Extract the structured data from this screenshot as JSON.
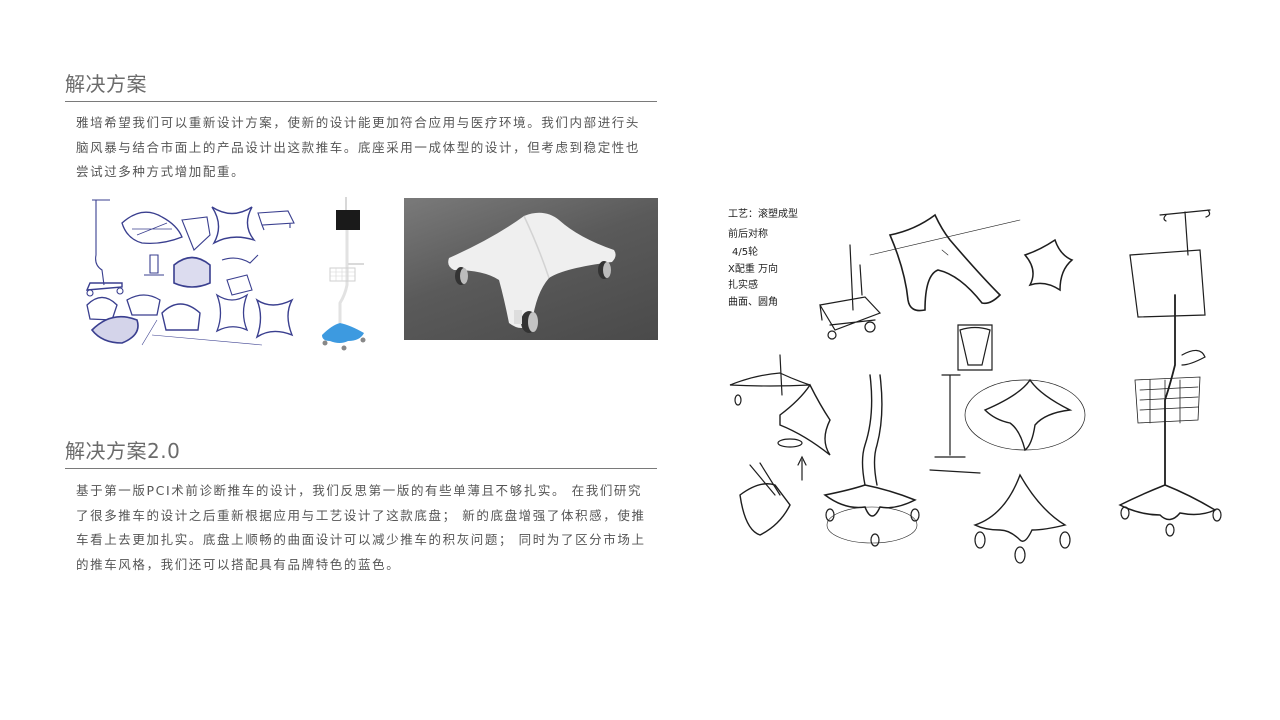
{
  "section1": {
    "title": "解决方案",
    "paragraph": "雅培希望我们可以重新设计方案，使新的设计能更加符合应用与医疗环境。我们内部进行头脑风暴与结合市面上的产品设计出这款推车。底座采用一成体型的设计，但考虑到稳定性也尝试过多种方式增加配重。",
    "images": [
      {
        "name": "base-concept-sketches",
        "alt": "推车底座概念草图"
      },
      {
        "name": "blue-cart-render",
        "alt": "蓝色底座推车渲染图"
      },
      {
        "name": "white-base-prototype-photo",
        "alt": "白色底座原型照片"
      }
    ]
  },
  "section2": {
    "title": "解决方案2.0",
    "paragraph": "基于第一版PCI术前诊断推车的设计，我们反思第一版的有些单薄且不够扎实。 在我们研究了很多推车的设计之后重新根据应用与工艺设计了这款底盘； 新的底盘增强了体积感，使推车看上去更加扎实。底盘上顺畅的曲面设计可以减少推车的积灰问题； 同时为了区分市场上的推车风格，我们还可以搭配具有品牌特色的蓝色。"
  },
  "sketch_board": {
    "alt": "解决方案2.0 手绘草图",
    "notes": [
      "工艺：滚塑成型",
      "前后对称",
      "4/5轮",
      "X配重 万向",
      "扎实感",
      "曲面、圆角"
    ]
  },
  "colors": {
    "title": "#6b6b6b",
    "body_text": "#555555",
    "rule": "#7a7a7a",
    "brand_blue": "#3d9ae0"
  }
}
